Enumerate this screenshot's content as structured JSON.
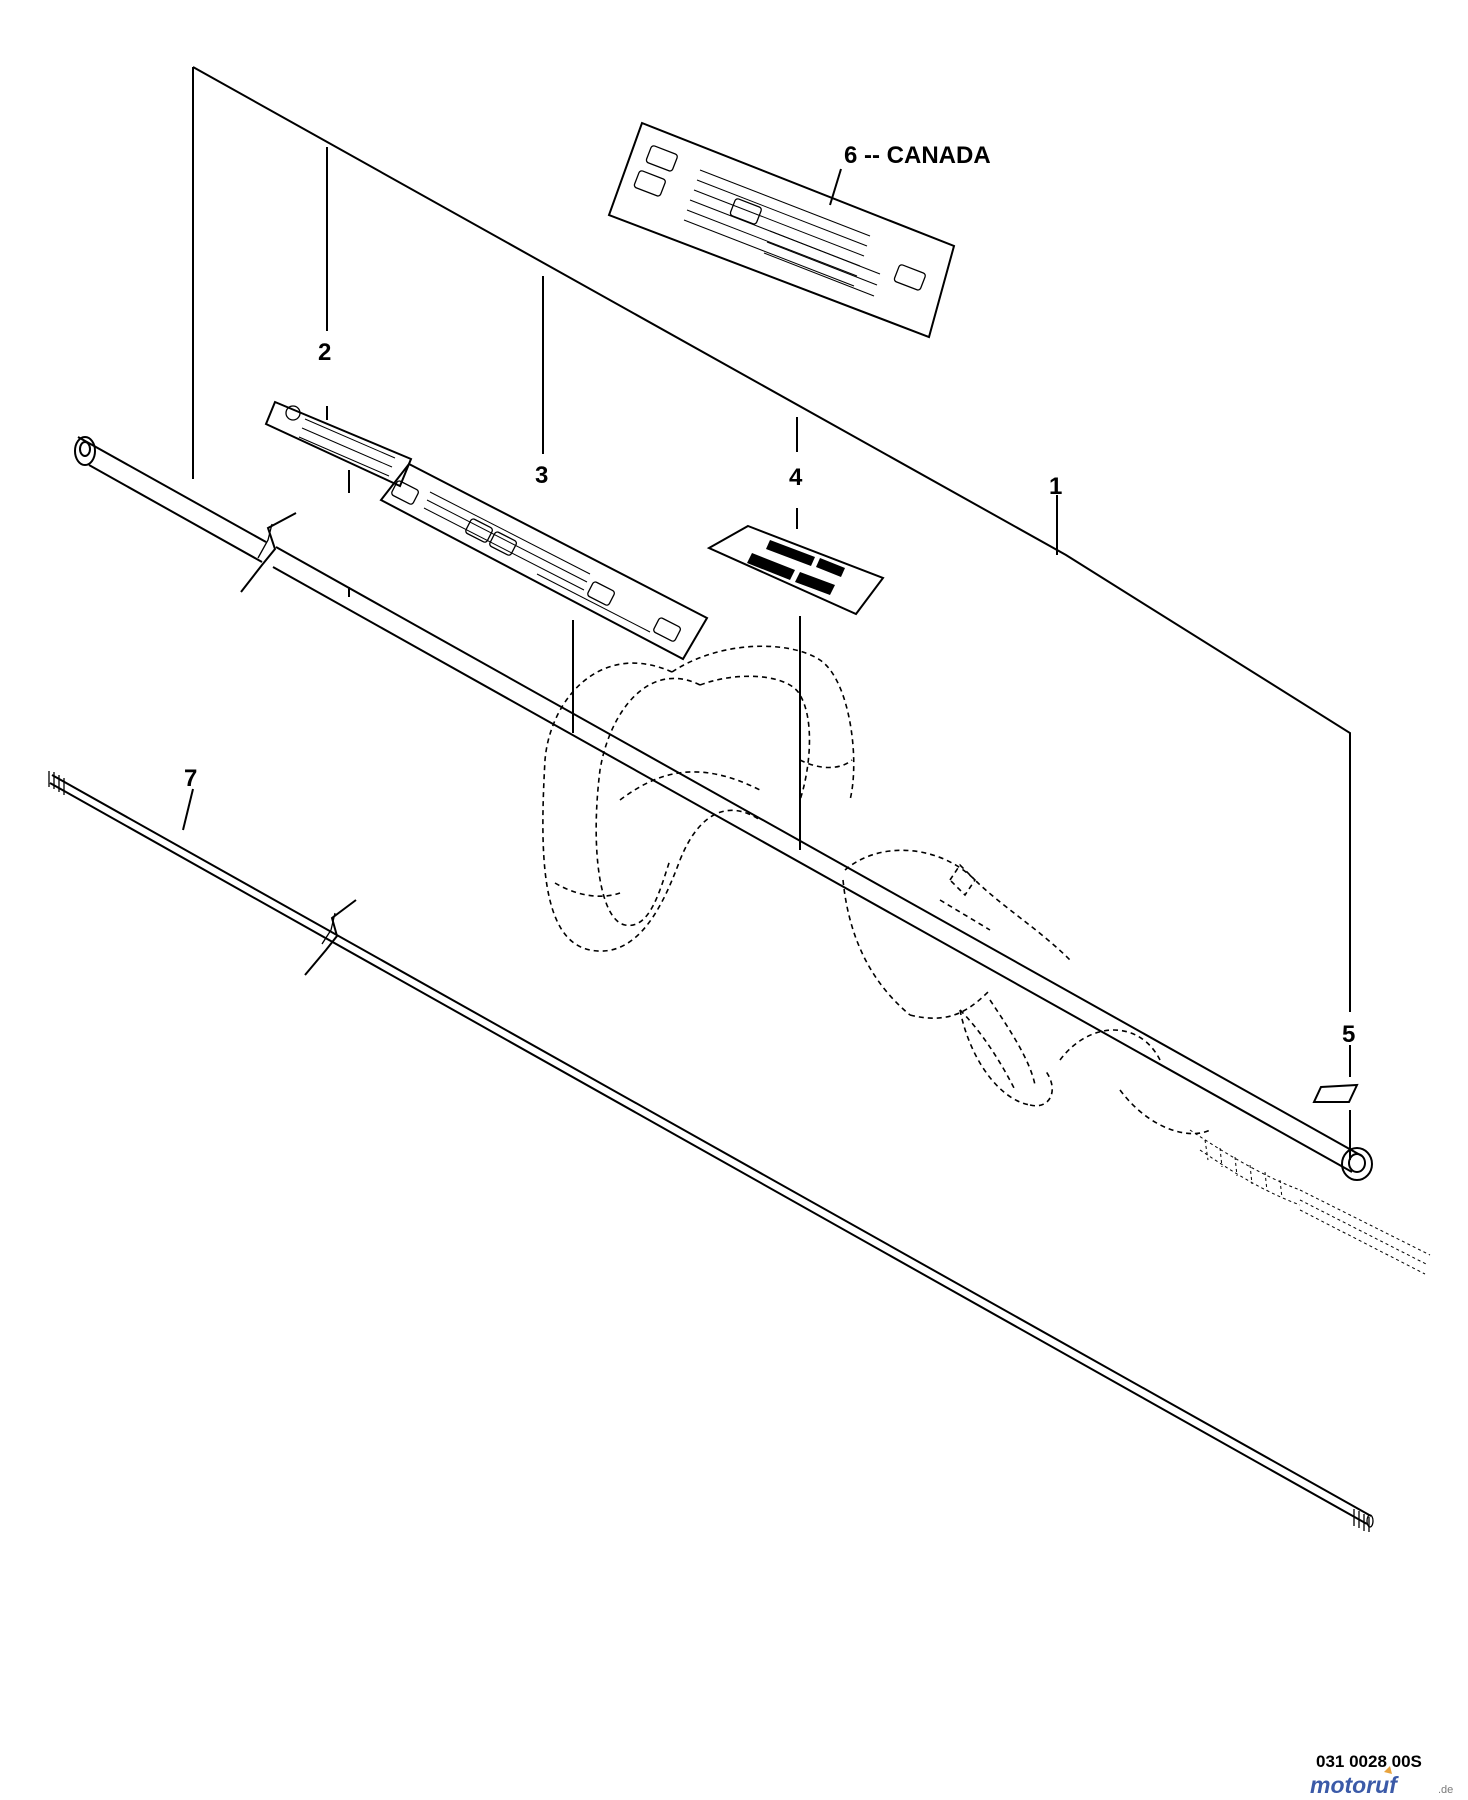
{
  "callouts": {
    "part1": "1",
    "part2": "2",
    "part3": "3",
    "part4": "4",
    "part5": "5",
    "part6": "6 -- CANADA",
    "part7": "7"
  },
  "drawing_code": "031 0028 00S",
  "watermark": {
    "name": "motoruf",
    "suffix": ".de",
    "colors": {
      "primary": "#3b5aa8",
      "accent": "#e8a33d"
    }
  }
}
